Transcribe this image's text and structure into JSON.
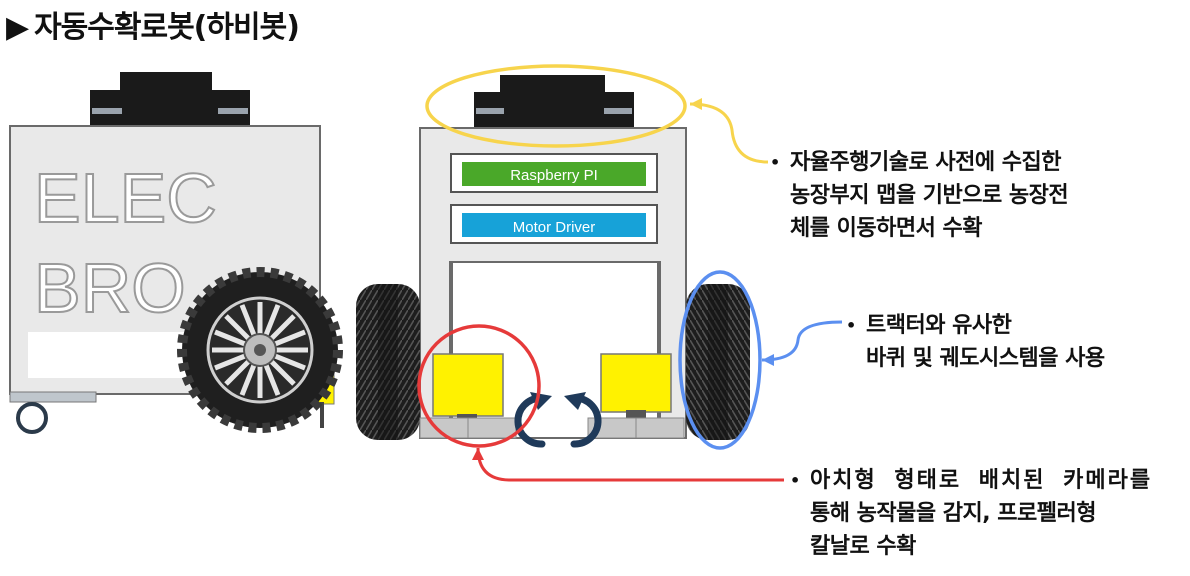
{
  "title": {
    "marker": "▶",
    "text": "자동수확로봇(하비봇)"
  },
  "robot_side": {
    "brand_line1": "ELEC",
    "brand_line2": "BRO"
  },
  "robot_front": {
    "module_top": "Raspberry PI",
    "module_bottom": "Motor Driver"
  },
  "callouts": [
    {
      "bullet": "•",
      "lines": [
        "자율주행기술로 사전에 수집한",
        "농장부지 맵을 기반으로 농장전",
        "체를 이동하면서 수확"
      ],
      "color": "#f7d44c"
    },
    {
      "bullet": "•",
      "lines": [
        "트랙터와 유사한",
        "바퀴 및 궤도시스템을 사용"
      ],
      "color": "#5b8ff0"
    },
    {
      "bullet": "•",
      "lines": [
        "아치형 형태로 배치된 카메라를",
        "통해 농작물을 감지, 프로펠러형",
        "칼날로 수확"
      ],
      "color": "#e63a3a"
    }
  ],
  "colors": {
    "raspberry": "#4aa829",
    "motor": "#17a2d8",
    "camera": "#fff200",
    "body": "#e9e9e9"
  }
}
